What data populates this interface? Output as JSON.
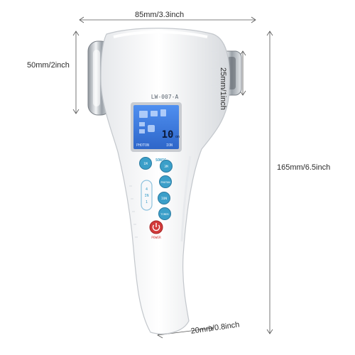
{
  "dimensions": {
    "width": "85mm/3.3inch",
    "head_height": "50mm/2inch",
    "head_width": "25mm/1inch",
    "length": "165mm/6.5inch",
    "tip_width": "20mm/0.8inch"
  },
  "device": {
    "model": "LW-007-A",
    "lcd_reading": "10",
    "lcd_unit": "on",
    "lcd_left_label": "PHOTON",
    "lcd_right_label": "ION",
    "buttons": {
      "sonic": "SONIC",
      "one_m": "1M",
      "three_m": "3M",
      "photon": "PHOTON",
      "ion": "ION",
      "timer": "TIMER",
      "power": "POWER",
      "four_in_one": "4 IN 1"
    }
  },
  "colors": {
    "body": "#f2f3f5",
    "lcd": "#3d7bd8",
    "buttons": "#3b9fc9",
    "power": "#d23b3b",
    "chrome": "#b9bec4"
  }
}
